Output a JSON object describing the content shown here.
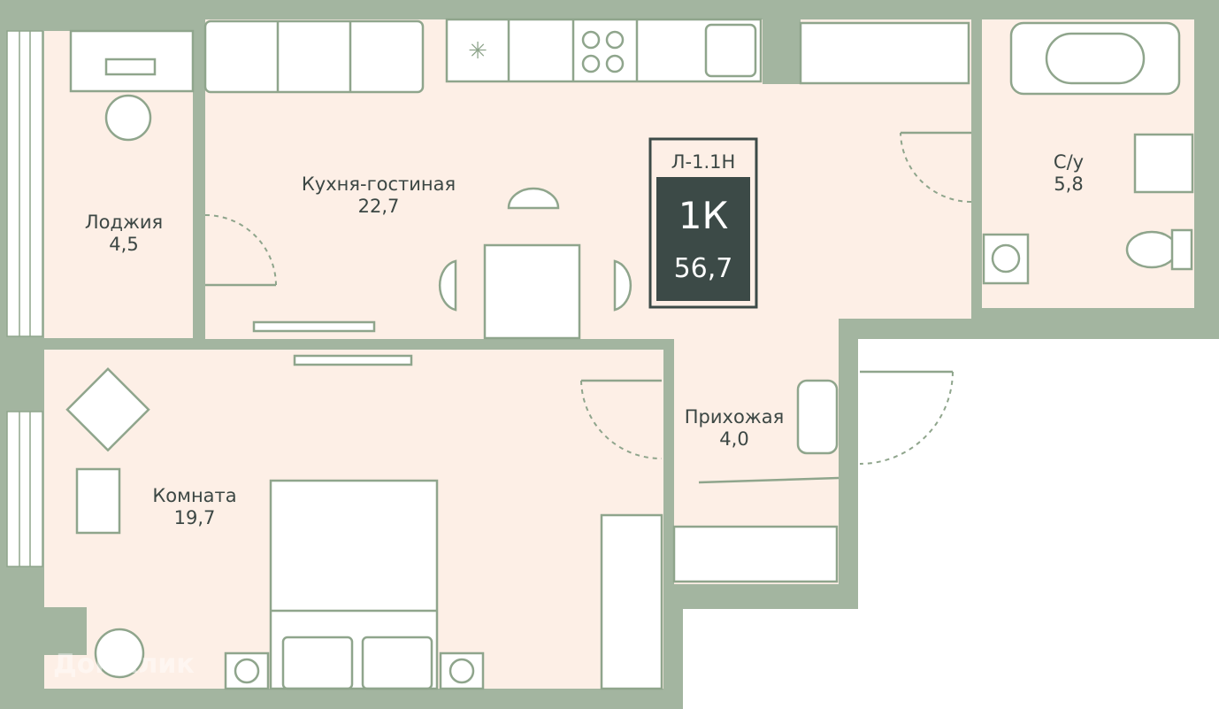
{
  "plan": {
    "unit_code": "Л-1.1Н",
    "rooms_type": "1К",
    "total_area": "56,7",
    "rooms": [
      {
        "name": "Лоджия",
        "area": "4,5"
      },
      {
        "name": "Кухня-гостиная",
        "area": "22,7"
      },
      {
        "name": "С/у",
        "area": "5,8"
      },
      {
        "name": "Прихожая",
        "area": "4,0"
      },
      {
        "name": "Комната",
        "area": "19,7"
      }
    ],
    "watermark": "ДомКлик"
  },
  "colors": {
    "wall": "#a3b5a0",
    "floor": "#fdefe6",
    "furniture_stroke": "#8fa58c",
    "badge": "#3c4a47"
  }
}
